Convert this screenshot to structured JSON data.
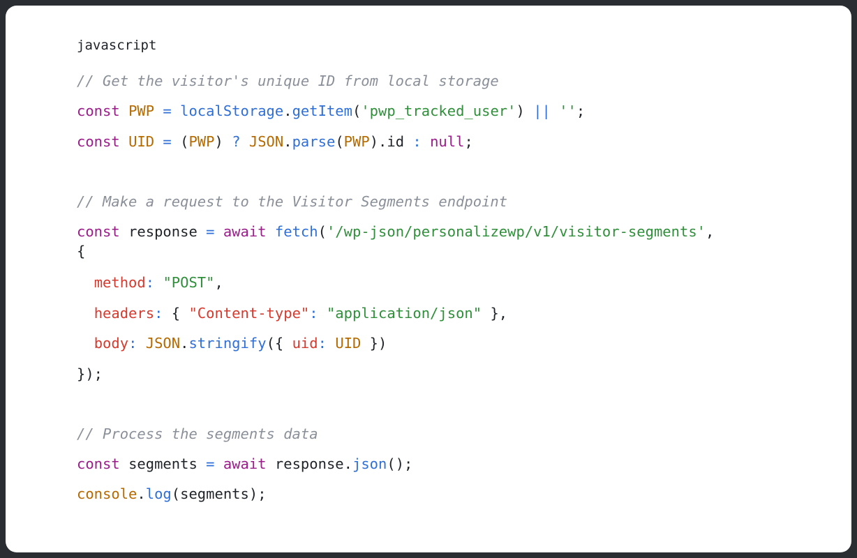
{
  "language_label": "javascript",
  "code_lines": [
    {
      "id": "line-1",
      "tokens": [
        {
          "type": "comment",
          "text": "// Get the visitor's unique ID from local storage"
        }
      ]
    },
    {
      "id": "line-2",
      "tokens": [
        {
          "type": "keyword",
          "text": "const "
        },
        {
          "type": "var",
          "text": "PWP"
        },
        {
          "type": "op",
          "text": " = "
        },
        {
          "type": "func",
          "text": "localStorage"
        },
        {
          "type": "punct",
          "text": "."
        },
        {
          "type": "func",
          "text": "getItem"
        },
        {
          "type": "punct",
          "text": "("
        },
        {
          "type": "string",
          "text": "'pwp_tracked_user'"
        },
        {
          "type": "punct",
          "text": ") "
        },
        {
          "type": "op",
          "text": "||"
        },
        {
          "type": "punct",
          "text": " "
        },
        {
          "type": "string",
          "text": "''"
        },
        {
          "type": "punct",
          "text": ";"
        }
      ]
    },
    {
      "id": "line-3",
      "tokens": [
        {
          "type": "keyword",
          "text": "const "
        },
        {
          "type": "var",
          "text": "UID"
        },
        {
          "type": "op",
          "text": " = "
        },
        {
          "type": "punct",
          "text": "("
        },
        {
          "type": "var",
          "text": "PWP"
        },
        {
          "type": "punct",
          "text": ") "
        },
        {
          "type": "op",
          "text": "?"
        },
        {
          "type": "punct",
          "text": " "
        },
        {
          "type": "var",
          "text": "JSON"
        },
        {
          "type": "punct",
          "text": "."
        },
        {
          "type": "func",
          "text": "parse"
        },
        {
          "type": "punct",
          "text": "("
        },
        {
          "type": "var",
          "text": "PWP"
        },
        {
          "type": "punct",
          "text": ").id "
        },
        {
          "type": "op",
          "text": ":"
        },
        {
          "type": "punct",
          "text": " "
        },
        {
          "type": "keyword",
          "text": "null"
        },
        {
          "type": "punct",
          "text": ";"
        }
      ]
    },
    {
      "id": "line-4",
      "tokens": [
        {
          "type": "comment",
          "text": "// Make a request to the Visitor Segments endpoint"
        }
      ]
    },
    {
      "id": "line-5",
      "tokens": [
        {
          "type": "keyword",
          "text": "const "
        },
        {
          "type": "punct",
          "text": "response"
        },
        {
          "type": "op",
          "text": " = "
        },
        {
          "type": "keyword",
          "text": "await "
        },
        {
          "type": "func",
          "text": "fetch"
        },
        {
          "type": "punct",
          "text": "("
        },
        {
          "type": "string",
          "text": "'/wp-json/personalizewp/v1/visitor-segments'"
        },
        {
          "type": "punct",
          "text": ","
        }
      ]
    },
    {
      "id": "line-6",
      "tokens": [
        {
          "type": "punct",
          "text": "{"
        }
      ]
    },
    {
      "id": "line-7",
      "tokens": [
        {
          "type": "punct",
          "text": "  "
        },
        {
          "type": "prop",
          "text": "method"
        },
        {
          "type": "op",
          "text": ":"
        },
        {
          "type": "punct",
          "text": " "
        },
        {
          "type": "string",
          "text": "\"POST\""
        },
        {
          "type": "punct",
          "text": ","
        }
      ]
    },
    {
      "id": "line-8",
      "tokens": [
        {
          "type": "punct",
          "text": "  "
        },
        {
          "type": "prop",
          "text": "headers"
        },
        {
          "type": "op",
          "text": ":"
        },
        {
          "type": "punct",
          "text": " { "
        },
        {
          "type": "prop",
          "text": "\"Content-type\""
        },
        {
          "type": "op",
          "text": ":"
        },
        {
          "type": "punct",
          "text": " "
        },
        {
          "type": "string",
          "text": "\"application/json\""
        },
        {
          "type": "punct",
          "text": " },"
        }
      ]
    },
    {
      "id": "line-9",
      "tokens": [
        {
          "type": "punct",
          "text": "  "
        },
        {
          "type": "prop",
          "text": "body"
        },
        {
          "type": "op",
          "text": ":"
        },
        {
          "type": "punct",
          "text": " "
        },
        {
          "type": "var",
          "text": "JSON"
        },
        {
          "type": "punct",
          "text": "."
        },
        {
          "type": "func",
          "text": "stringify"
        },
        {
          "type": "punct",
          "text": "({ "
        },
        {
          "type": "prop",
          "text": "uid"
        },
        {
          "type": "op",
          "text": ":"
        },
        {
          "type": "punct",
          "text": " "
        },
        {
          "type": "var",
          "text": "UID"
        },
        {
          "type": "punct",
          "text": " })"
        }
      ]
    },
    {
      "id": "line-10",
      "tokens": [
        {
          "type": "punct",
          "text": "});"
        }
      ]
    },
    {
      "id": "line-11",
      "tokens": [
        {
          "type": "comment",
          "text": "// Process the segments data"
        }
      ]
    },
    {
      "id": "line-12",
      "tokens": [
        {
          "type": "keyword",
          "text": "const "
        },
        {
          "type": "punct",
          "text": "segments"
        },
        {
          "type": "op",
          "text": " = "
        },
        {
          "type": "keyword",
          "text": "await "
        },
        {
          "type": "punct",
          "text": "response."
        },
        {
          "type": "func",
          "text": "json"
        },
        {
          "type": "punct",
          "text": "();"
        }
      ]
    },
    {
      "id": "line-13",
      "tokens": [
        {
          "type": "var",
          "text": "console"
        },
        {
          "type": "punct",
          "text": "."
        },
        {
          "type": "func",
          "text": "log"
        },
        {
          "type": "punct",
          "text": "(segments);"
        }
      ]
    }
  ],
  "colors": {
    "background": "#ffffff",
    "comment": "#8a8f98",
    "keyword": "#9b1d8a",
    "variable": "#b56a00",
    "function": "#2f6fd6",
    "string": "#2f8f3a",
    "property": "#d63a2e"
  }
}
